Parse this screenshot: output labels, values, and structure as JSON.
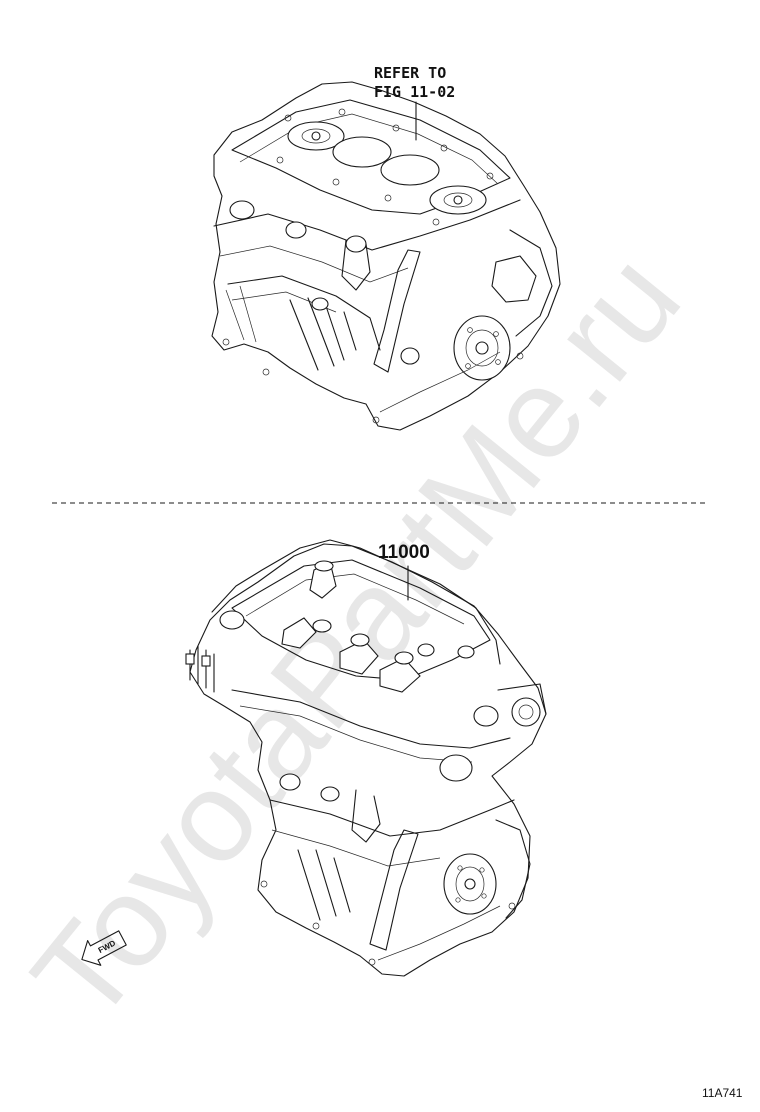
{
  "callouts": {
    "refer_line1": "REFER TO",
    "refer_line2": "FIG 11-02",
    "part_number": "11000"
  },
  "fwd_label": "FWD",
  "diagram_id": "11A741",
  "watermark": "ToyotaPartMe.ru",
  "icons": {
    "top": "engine-block-drawing",
    "bottom": "engine-assembly-drawing",
    "direction": "forward-arrow-icon"
  },
  "colors": {
    "line": "#1a1a1a",
    "background": "#ffffff",
    "watermark": "#d4d4d4"
  }
}
